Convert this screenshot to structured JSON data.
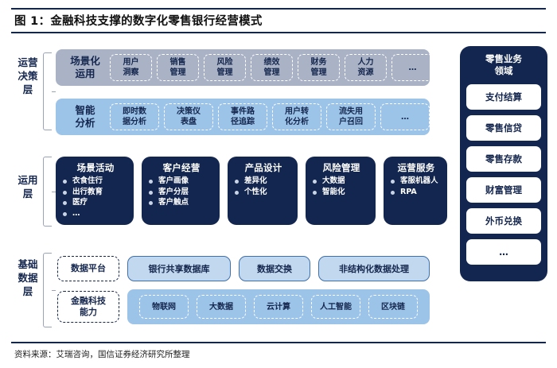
{
  "figure": {
    "title": "图 1：金融科技支撑的数字化零售银行经营模式",
    "source": "资料来源：艾瑞咨询，国信证券经济研究所整理"
  },
  "layers": {
    "operating": "运营决策层",
    "application": "运用层",
    "base": "基础数据层"
  },
  "bands": [
    {
      "title": "场景化\n运用",
      "title_line1": "场景化",
      "title_line2": "运用",
      "color": "#aab2c6",
      "items": [
        "用户\n洞察",
        "销售\n管理",
        "风险\n管理",
        "绩效\n管理",
        "财务\n管理",
        "人力\n资源",
        "…"
      ]
    },
    {
      "title": "智能\n分析",
      "title_line1": "智能",
      "title_line2": "分析",
      "color": "#9cc3e8",
      "items": [
        "即时数\n据分析",
        "决策仪\n表盘",
        "事件路\n径追踪",
        "用户转\n化分析",
        "流失用\n户召回",
        "…"
      ]
    }
  ],
  "cards": [
    {
      "title": "场景活动",
      "items": [
        "衣食住行",
        "出行教育",
        "医疗",
        "…"
      ]
    },
    {
      "title": "客户经营",
      "items": [
        "客户画像",
        "客户分层",
        "客户触点"
      ]
    },
    {
      "title": "产品设计",
      "items": [
        "差异化",
        "个性化"
      ]
    },
    {
      "title": "风险管理",
      "items": [
        "大数据",
        "智能化"
      ]
    },
    {
      "title": "运营服务",
      "items": [
        "客服机器人",
        "RPA"
      ]
    }
  ],
  "base_rows": [
    {
      "tag": "数据平台",
      "tag_line1": "数据平台",
      "tag_line2": "",
      "items": [
        "银行共享数据库",
        "数据交换",
        "非结构化数据处理"
      ]
    },
    {
      "tag": "金融科技能力",
      "tag_line1": "金融科技",
      "tag_line2": "能力",
      "items": [
        "物联网",
        "大数据",
        "云计算",
        "人工智能",
        "区块链"
      ]
    }
  ],
  "sidebar": {
    "title_line1": "零售业务",
    "title_line2": "领域",
    "items": [
      "支付结算",
      "零售信贷",
      "零售存款",
      "财富管理",
      "外币兑换",
      "…"
    ]
  },
  "colors": {
    "navy": "#13264f",
    "band_grey": "#aab2c6",
    "band_blue": "#9cc3e8",
    "pill_fill": "#c2d8ef"
  }
}
